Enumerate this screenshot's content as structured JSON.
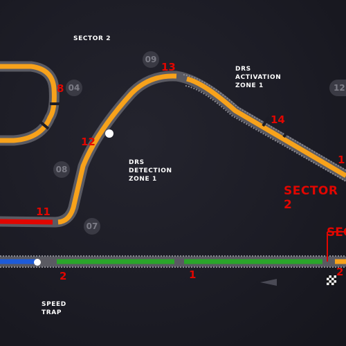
{
  "labels": {
    "sector2_top": "SECTOR 2",
    "drs_activation": [
      "DRS",
      "ACTIVATION",
      "ZONE 1"
    ],
    "drs_detection": [
      "DRS",
      "DETECTION",
      "ZONE 1"
    ],
    "speed_trap": [
      "SPEED",
      "TRAP"
    ],
    "sector2_red": "SECTOR 2",
    "sector_cut": "SEC"
  },
  "turns": {
    "t13": "13",
    "t14": "14",
    "t12": "12",
    "t11": "11",
    "t8": "8",
    "t_edge": "1",
    "s2": "2",
    "s1": "1",
    "s2b": "2"
  },
  "bubbles": {
    "b09": "09",
    "b04": "04",
    "b08": "08",
    "b07": "07",
    "b12": "12"
  },
  "colors": {
    "background": "#1c1c25",
    "track_bed": "#5a5a62",
    "sector_orange": "#f7a21b",
    "sector_red": "#e10600",
    "sector_green": "#2aa52a",
    "sector_blue": "#1e5bd8",
    "label_red": "#e10600"
  }
}
